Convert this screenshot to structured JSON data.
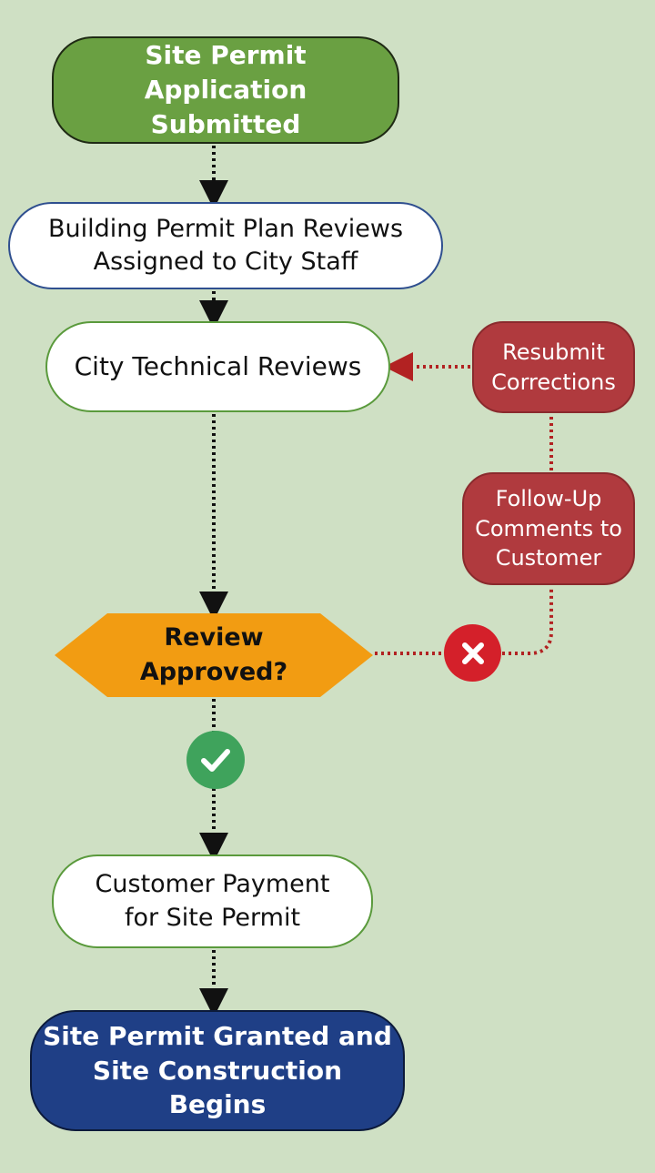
{
  "nodes": {
    "start": "Site Permit Application\nSubmitted",
    "assign": "Building Permit Plan Reviews\nAssigned to City Staff",
    "tech_review": "City Technical Reviews",
    "resubmit": "Resubmit\nCorrections",
    "followup": "Follow-Up\nComments to\nCustomer",
    "decision": "Review\nApproved?",
    "payment": "Customer Payment\nfor Site Permit",
    "granted": "Site Permit Granted and\nSite Construction Begins"
  },
  "badges": {
    "approved_icon": "check-icon",
    "rejected_icon": "cross-icon"
  },
  "colors": {
    "background": "#cfe0c4",
    "start_fill": "#6aa042",
    "correction_fill": "#b03a3e",
    "decision_fill": "#f29c12",
    "end_fill": "#1f3f86",
    "approve_badge": "#3fa35c",
    "reject_badge": "#d4202a",
    "main_connector": "#111111",
    "correction_connector": "#b22222"
  }
}
